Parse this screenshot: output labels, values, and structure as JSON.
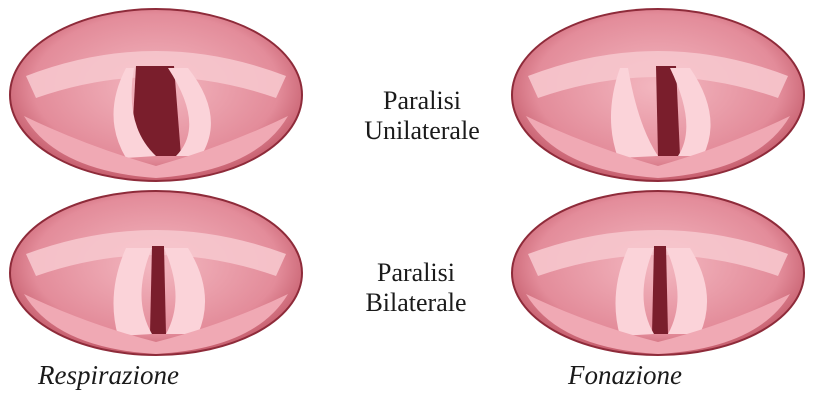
{
  "rows": [
    {
      "line1": "Paralisi",
      "line2": "Unilaterale"
    },
    {
      "line1": "Paralisi",
      "line2": "Bilaterale"
    }
  ],
  "columns": [
    {
      "label": "Respirazione"
    },
    {
      "label": "Fonazione"
    }
  ],
  "colors": {
    "rim": "#a83a4a",
    "tissue": "#e89aa6",
    "fold": "#f6c3ca",
    "airway": "#7a1e2c"
  },
  "panels": [
    {
      "name": "unilateral-respiration",
      "state": "one fold open"
    },
    {
      "name": "unilateral-phonation",
      "state": "partial closure"
    },
    {
      "name": "bilateral-respiration",
      "state": "narrow gap"
    },
    {
      "name": "bilateral-phonation",
      "state": "narrow gap"
    }
  ]
}
